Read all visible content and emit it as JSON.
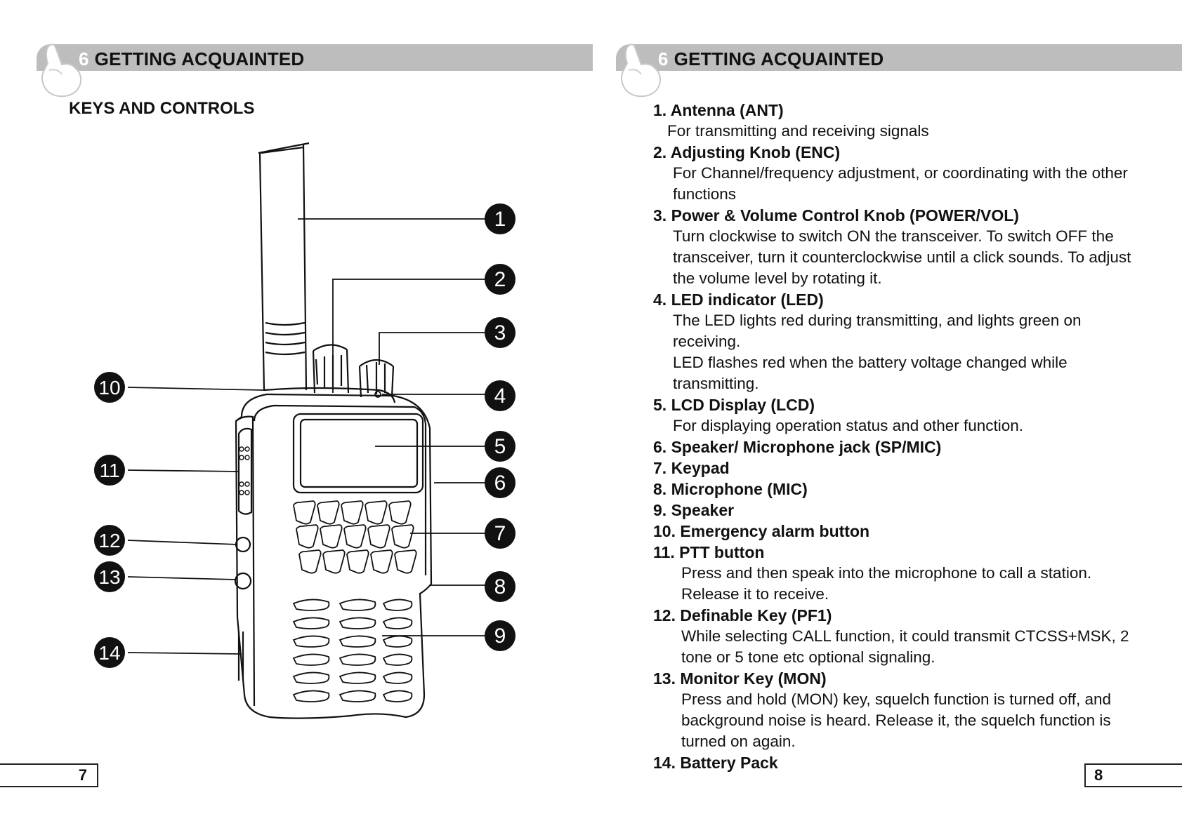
{
  "left_page": {
    "header": {
      "chapter_number": "6",
      "title": "GETTING ACQUAINTED"
    },
    "section_title": "KEYS AND CONTROLS",
    "callouts": [
      "1",
      "2",
      "3",
      "4",
      "5",
      "6",
      "7",
      "8",
      "9",
      "10",
      "11",
      "12",
      "13",
      "14"
    ],
    "page_number": "7"
  },
  "right_page": {
    "header": {
      "chapter_number": "6",
      "title": "GETTING ACQUAINTED"
    },
    "items": [
      {
        "title": "1. Antenna (ANT)",
        "description": "For transmitting and receiving signals"
      },
      {
        "title": "2. Adjusting Knob (ENC)",
        "description": "For Channel/frequency adjustment, or coordinating with the other functions"
      },
      {
        "title": "3. Power & Volume Control Knob (POWER/VOL)",
        "description": "Turn clockwise to switch ON the transceiver. To switch OFF the transceiver, turn it counterclockwise until a click sounds. To adjust the volume level by rotating it."
      },
      {
        "title": "4. LED indicator (LED)",
        "description": "The LED lights red during transmitting, and lights green on receiving.",
        "description2": "LED flashes red when the battery voltage changed while transmitting."
      },
      {
        "title": "5. LCD Display (LCD)",
        "description": "For displaying operation status and other function."
      },
      {
        "title": "6. Speaker/ Microphone jack (SP/MIC)"
      },
      {
        "title": "7. Keypad"
      },
      {
        "title": "8. Microphone (MIC)"
      },
      {
        "title": "9. Speaker"
      },
      {
        "title": "10. Emergency alarm button"
      },
      {
        "title": "11. PTT button",
        "description": "Press and then speak into the microphone to call a station. Release it to receive."
      },
      {
        "title": "12. Definable Key (PF1)",
        "description": "While selecting CALL function, it could transmit CTCSS+MSK, 2 tone or 5 tone etc optional signaling."
      },
      {
        "title": "13. Monitor Key (MON)",
        "description": "Press and hold (MON) key, squelch function is turned off, and background noise is heard. Release it, the squelch function is turned on again."
      },
      {
        "title": "14. Battery Pack"
      }
    ],
    "page_number": "8"
  },
  "colors": {
    "header_bar": "#bdbdbd",
    "callout_fill": "#111111",
    "callout_text": "#ffffff",
    "line_art": "#111111"
  },
  "icons": {
    "header_decoration": "pointing-hand-icon"
  }
}
